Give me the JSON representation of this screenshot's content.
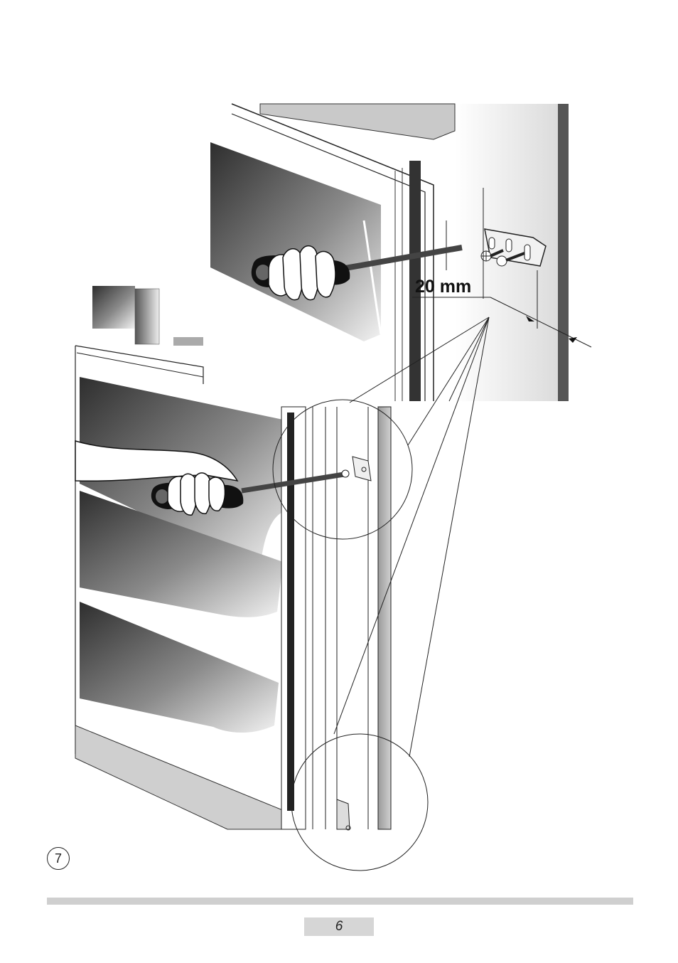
{
  "figure": {
    "dimension_label": "20 mm",
    "step_number": "7",
    "icons": [
      "screwdriver-icon",
      "mounting-bracket-icon",
      "screw-icon"
    ]
  },
  "footer": {
    "page_number": "6"
  },
  "colors": {
    "rule": "#cfcfcf",
    "page_box": "#d6d6d6",
    "line": "#222222"
  }
}
